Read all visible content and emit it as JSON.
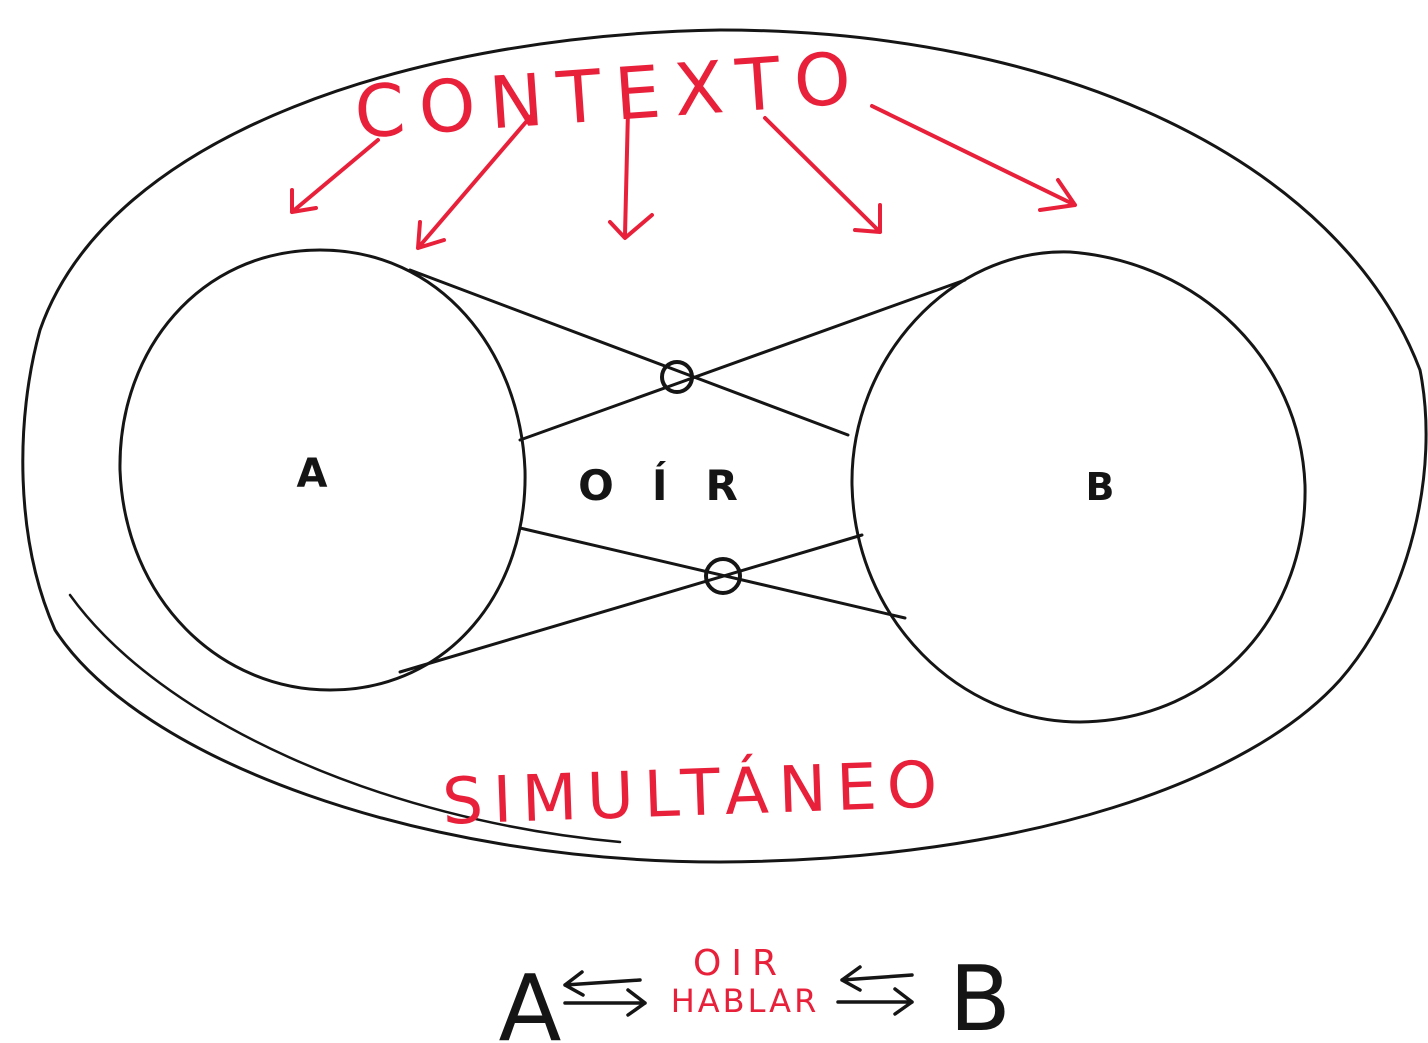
{
  "diagram": {
    "context_label": "CONTEXTO",
    "node_a_label": "A",
    "node_b_label": "B",
    "channel_label": "OÍR",
    "bottom_label": "SIMULTÁNEO"
  },
  "formula": {
    "left": "A",
    "top_word": "OIR",
    "bottom_word": "HABLAR",
    "right": "B"
  },
  "colors": {
    "ink": "#151515",
    "accent": "#e8203a"
  }
}
